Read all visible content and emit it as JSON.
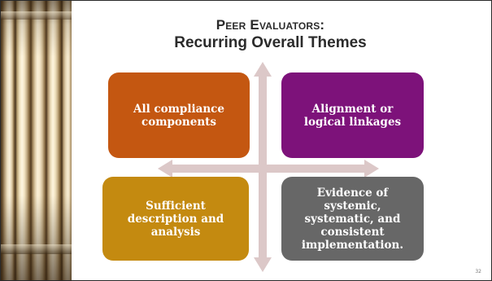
{
  "title": {
    "line1": "Peer Evaluators:",
    "line2": "Recurring Overall Themes"
  },
  "boxes": {
    "top_left": {
      "text": "All compliance components",
      "color": "#c45711"
    },
    "top_right": {
      "text": "Alignment or logical linkages",
      "color": "#7d127a"
    },
    "bottom_left": {
      "text": "Sufficient description and analysis",
      "color": "#c48a10"
    },
    "bottom_right": {
      "text": "Evidence of systemic, systematic, and consistent implementation.",
      "color": "#676767"
    }
  },
  "arrows": {
    "color": "#dcc8c8"
  },
  "page_number": "32"
}
